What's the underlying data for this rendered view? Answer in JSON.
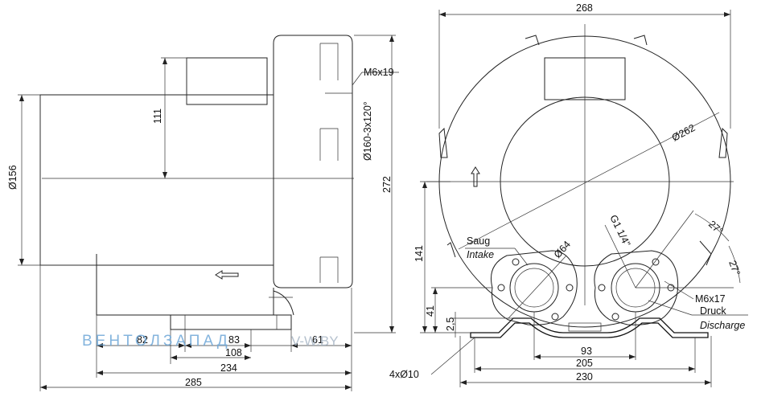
{
  "dimensions": {
    "d156": "Ø156",
    "d111": "111",
    "d272": "272",
    "m6x19": "M6x19",
    "d160": "Ø160-3x120°",
    "d82": "82",
    "d83": "83",
    "d61": "61",
    "d108": "108",
    "d234": "234",
    "d285": "285",
    "d268": "268",
    "d262": "Ø262",
    "d141": "141",
    "d41": "41",
    "d2_5": "2,5",
    "d64": "Ø64",
    "g1": "G1 1/4\"",
    "a27a": "27°",
    "a27b": "27°",
    "m6x17": "M6x17",
    "d93": "93",
    "d205": "205",
    "d230": "230",
    "holes": "4xØ10"
  },
  "labels": {
    "saug": "Saug",
    "intake": "Intake",
    "druck": "Druck",
    "discharge": "Discharge"
  },
  "watermark": {
    "brand": "ВЕНТОЛЗАПАД",
    "domain": "V-W.BY"
  }
}
